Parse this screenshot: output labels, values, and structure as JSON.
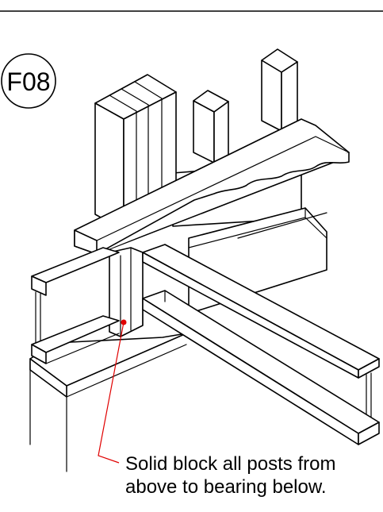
{
  "detail_badge": "F08",
  "note": {
    "line1": "Solid block all posts from",
    "line2": "above to bearing below."
  }
}
